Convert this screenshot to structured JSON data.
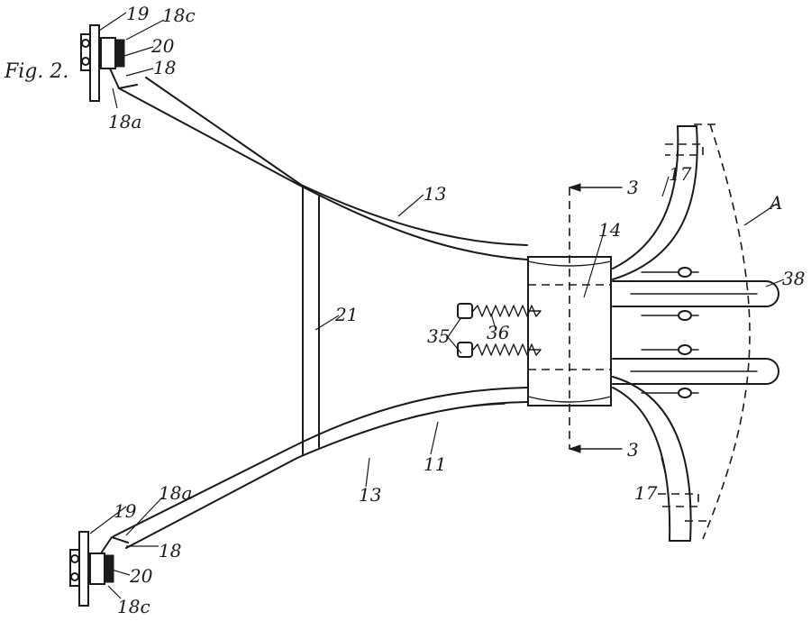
{
  "figure_label": "Fig. 2.",
  "labels": {
    "l_19_top": "19",
    "l_18c_top": "18c",
    "l_20_top": "20",
    "l_18_top": "18",
    "l_18a_top": "18a",
    "l_13_upper": "13",
    "l_14": "14",
    "l_17_upper": "17",
    "l_A": "A",
    "l_3_upper": "3",
    "l_38": "38",
    "l_21": "21",
    "l_35": "35",
    "l_36": "36",
    "l_11": "11",
    "l_13_lower": "13",
    "l_3_lower": "3",
    "l_17_lower": "17",
    "l_19_bot": "19",
    "l_18a_bot": "18a",
    "l_18_bot": "18",
    "l_20_bot": "20",
    "l_18c_bot": "18c"
  }
}
